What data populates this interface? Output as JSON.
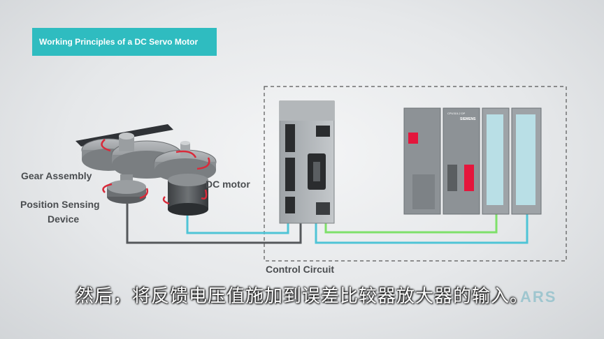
{
  "title": "Working Principles of a DC Servo Motor",
  "labels": {
    "gear_assembly": "Gear Assembly",
    "position_sensing_line1": "Position Sensing",
    "position_sensing_line2": "Device",
    "dc_motor": "DC motor",
    "control_circuit": "Control Circuit"
  },
  "plc": {
    "cpu_model": "CPU315-2 DP",
    "brand": "SIEMENS"
  },
  "subtitle": "然后，将反馈电压值施加到误差比较器放大器的输入。",
  "watermark": "ARS",
  "colors": {
    "accent": "#2fbcc0",
    "signal_green": "#7ee06a",
    "signal_cyan": "#4fc4d6",
    "wire_dark": "#55585b",
    "arrow_red": "#d92a3a"
  }
}
